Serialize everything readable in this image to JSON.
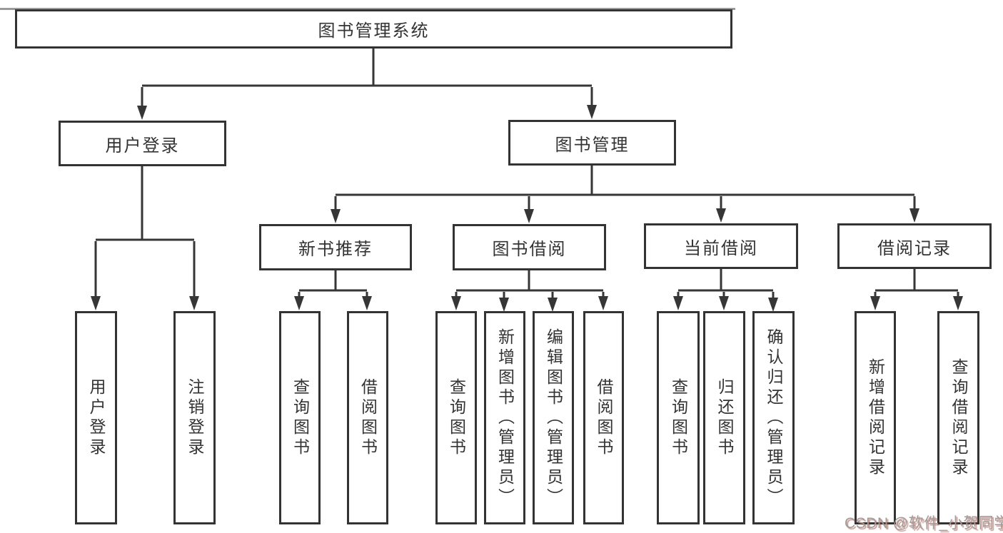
{
  "root": {
    "label": "图书管理系统"
  },
  "branches": {
    "user_login": {
      "label": "用户登录",
      "children": [
        "用户登录",
        "注销登录"
      ]
    },
    "book_mgmt": {
      "label": "图书管理",
      "groups": [
        {
          "label": "新书推荐",
          "children": [
            "查询图书",
            "借阅图书"
          ]
        },
        {
          "label": "图书借阅",
          "children": [
            "查询图书",
            "新增图书（管理员）",
            "编辑图书（管理员）",
            "借阅图书"
          ]
        },
        {
          "label": "当前借阅",
          "children": [
            "查询图书",
            "归还图书",
            "确认归还（管理员）"
          ]
        },
        {
          "label": "借阅记录",
          "children": [
            "新增借阅记录",
            "查询借阅记录"
          ]
        }
      ]
    }
  },
  "watermark": {
    "text": "CSDN @软件_小贺同学"
  },
  "colors": {
    "line": "#363636",
    "border": "#333333",
    "text": "#333333",
    "background": "#ffffff",
    "watermark": "#9c9c9c",
    "watermark_shadow": "#aa3c28"
  }
}
